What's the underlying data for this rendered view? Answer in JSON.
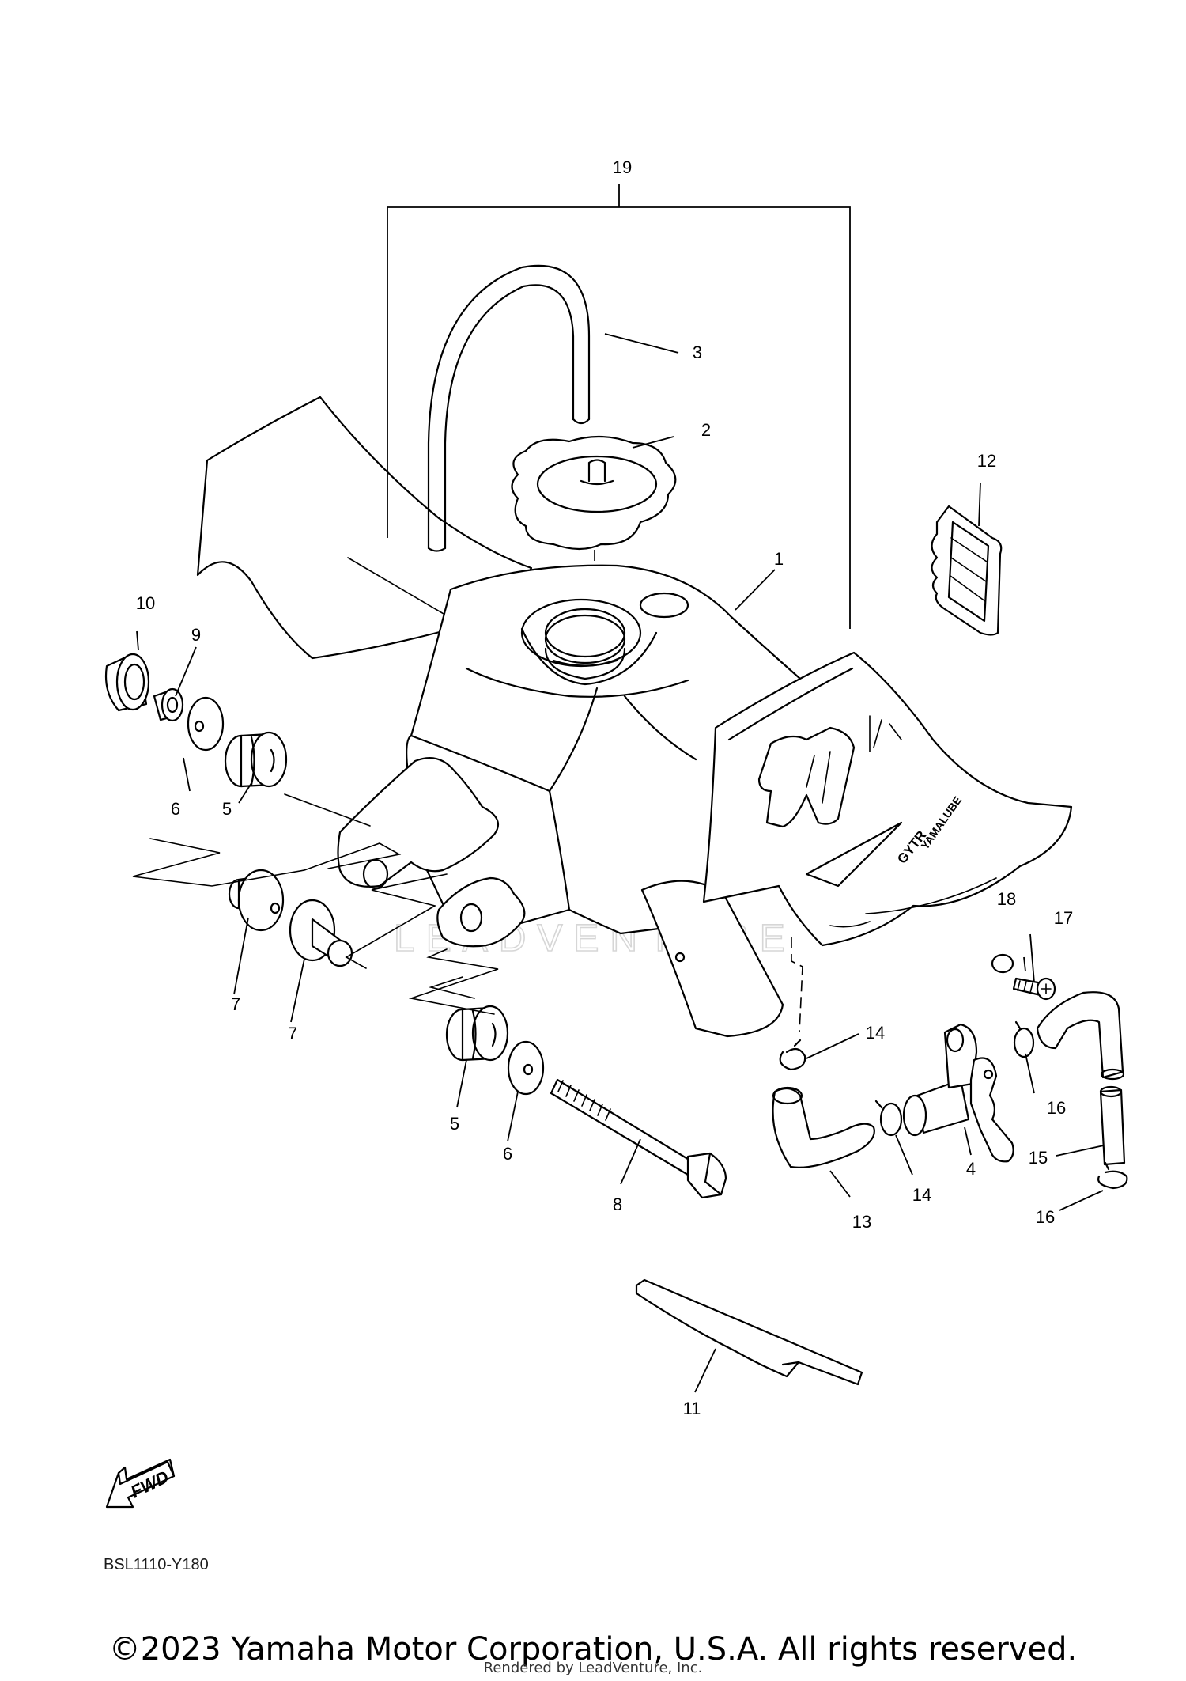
{
  "diagram": {
    "code": "BSL1110-Y180",
    "watermark": "LEADVENTURE",
    "fwd_label": "FWD",
    "decal_graphics": [
      "YAMALUBE",
      "GYTR"
    ],
    "callouts": [
      "1",
      "2",
      "3",
      "4",
      "5",
      "5",
      "6",
      "6",
      "7",
      "7",
      "8",
      "9",
      "10",
      "11",
      "12",
      "13",
      "14",
      "14",
      "15",
      "16",
      "16",
      "17",
      "18",
      "19"
    ]
  },
  "footer": {
    "copyright": "©2023 Yamaha Motor Corporation, U.S.A. All rights reserved.",
    "rendered_by": "Rendered by LeadVenture, Inc."
  }
}
